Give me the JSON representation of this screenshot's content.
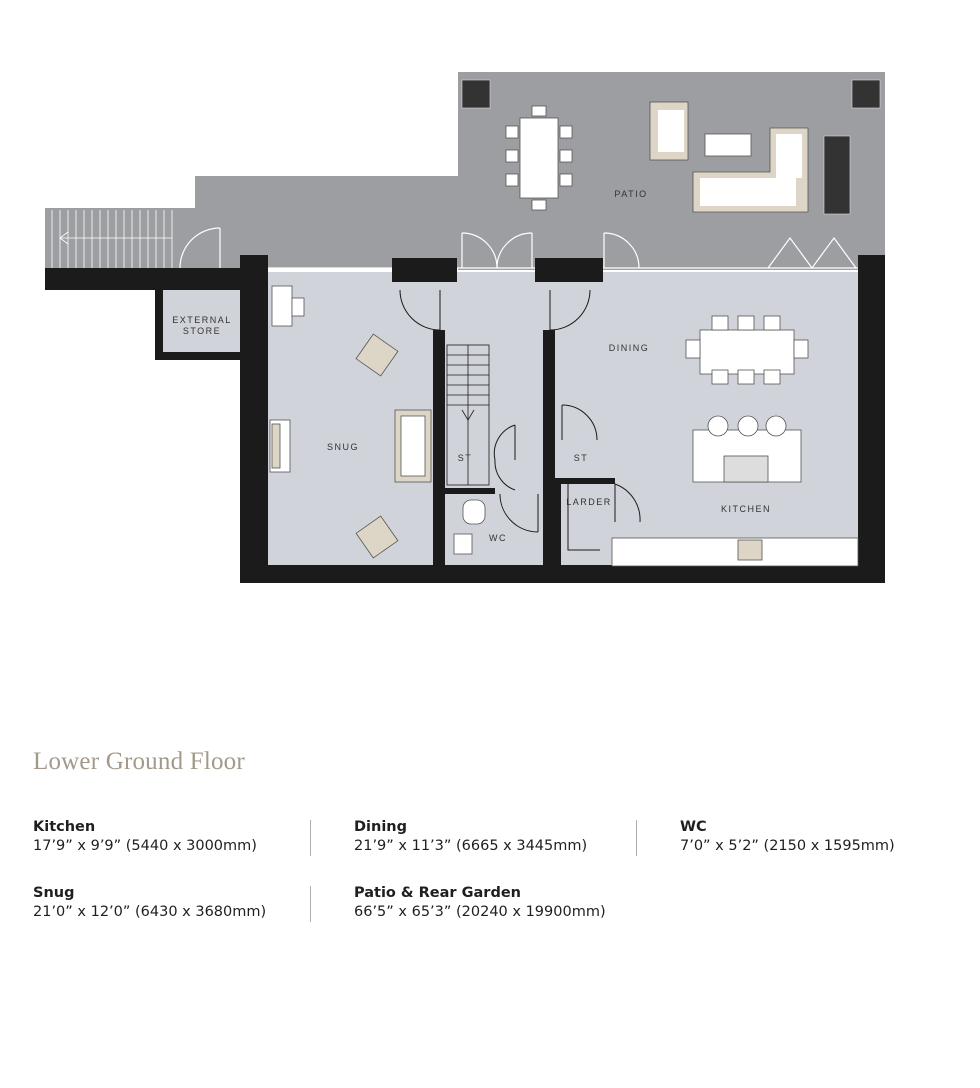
{
  "plan": {
    "labels": {
      "external_store_line1": "EXTERNAL",
      "external_store_line2": "STORE",
      "patio": "PATIO",
      "dining": "DINING",
      "snug": "SNUG",
      "st_stairs": "ST",
      "st_kitchen": "ST",
      "larder": "LARDER",
      "kitchen": "KITCHEN",
      "wc": "WC"
    }
  },
  "floor_title": "Lower Ground Floor",
  "rooms": [
    {
      "name": "Kitchen",
      "dims": "17’9” x 9’9” (5440 x 3000mm)"
    },
    {
      "name": "Dining",
      "dims": "21’9” x 11’3” (6665 x 3445mm)"
    },
    {
      "name": "WC",
      "dims": "7’0” x 5’2” (2150 x 1595mm)"
    },
    {
      "name": "Snug",
      "dims": "21’0” x 12’0” (6430 x 3680mm)"
    },
    {
      "name": "Patio & Rear Garden",
      "dims": "66’5” x 65’3” (20240 x 19900mm)"
    }
  ],
  "colors": {
    "patio": "#9d9ea2",
    "interior": "#d0d3da",
    "wall": "#1b1b1b",
    "title": "#a3998a",
    "furniture_beige": "#ddd6c7"
  }
}
